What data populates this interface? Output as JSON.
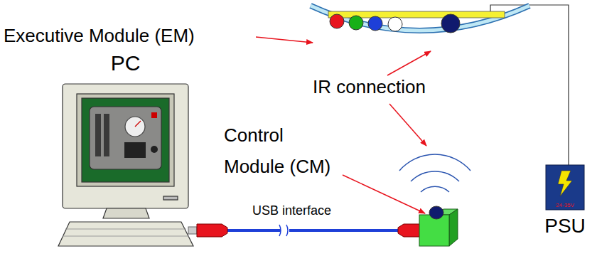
{
  "diagram": {
    "nodes": [
      {
        "text": [
          "PC"
        ]
      },
      {
        "text": [
          "24-35V",
          "PSU"
        ]
      }
    ],
    "labels": [
      "Executive Module (EM)",
      "IR connection",
      "Control Module (CM)",
      "USB interface"
    ]
  }
}
